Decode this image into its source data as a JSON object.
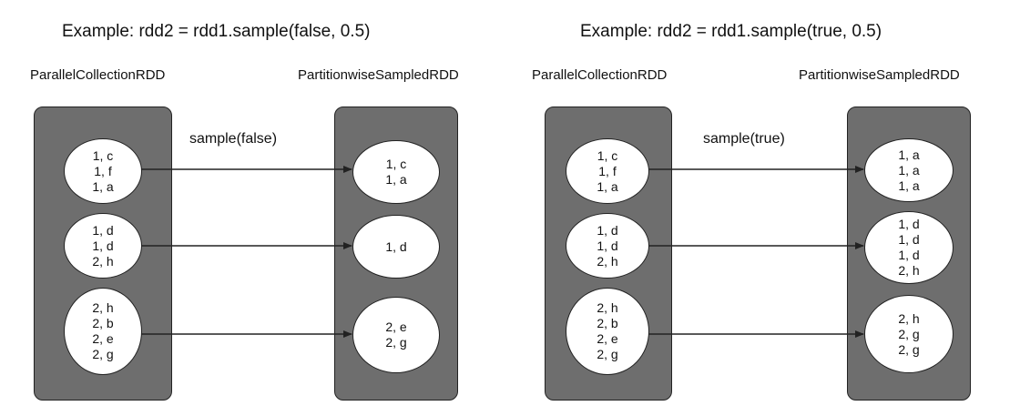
{
  "panels": [
    {
      "title": "Example: rdd2 = rdd1.sample(false, 0.5)",
      "source_label": "ParallelCollectionRDD",
      "target_label": "PartitionwiseSampledRDD",
      "operation_label": "sample(false)",
      "source_partitions": [
        [
          "1, c",
          "1, f",
          "1, a"
        ],
        [
          "1, d",
          "1, d",
          "2, h"
        ],
        [
          "2, h",
          "2, b",
          "2, e",
          "2, g"
        ]
      ],
      "target_partitions": [
        [
          "1, c",
          "1, a"
        ],
        [
          "1, d"
        ],
        [
          "2, e",
          "2, g"
        ]
      ]
    },
    {
      "title": "Example: rdd2 = rdd1.sample(true, 0.5)",
      "source_label": "ParallelCollectionRDD",
      "target_label": "PartitionwiseSampledRDD",
      "operation_label": "sample(true)",
      "source_partitions": [
        [
          "1, c",
          "1, f",
          "1, a"
        ],
        [
          "1, d",
          "1, d",
          "2, h"
        ],
        [
          "2, h",
          "2, b",
          "2, e",
          "2, g"
        ]
      ],
      "target_partitions": [
        [
          "1, a",
          "1, a",
          "1, a"
        ],
        [
          "1, d",
          "1, d",
          "1, d",
          "2, h"
        ],
        [
          "2, h",
          "2, g",
          "2, g"
        ]
      ]
    }
  ],
  "colors": {
    "rdd_fill": "#6e6e6e",
    "partition_fill": "#ffffff",
    "stroke": "#222222"
  }
}
